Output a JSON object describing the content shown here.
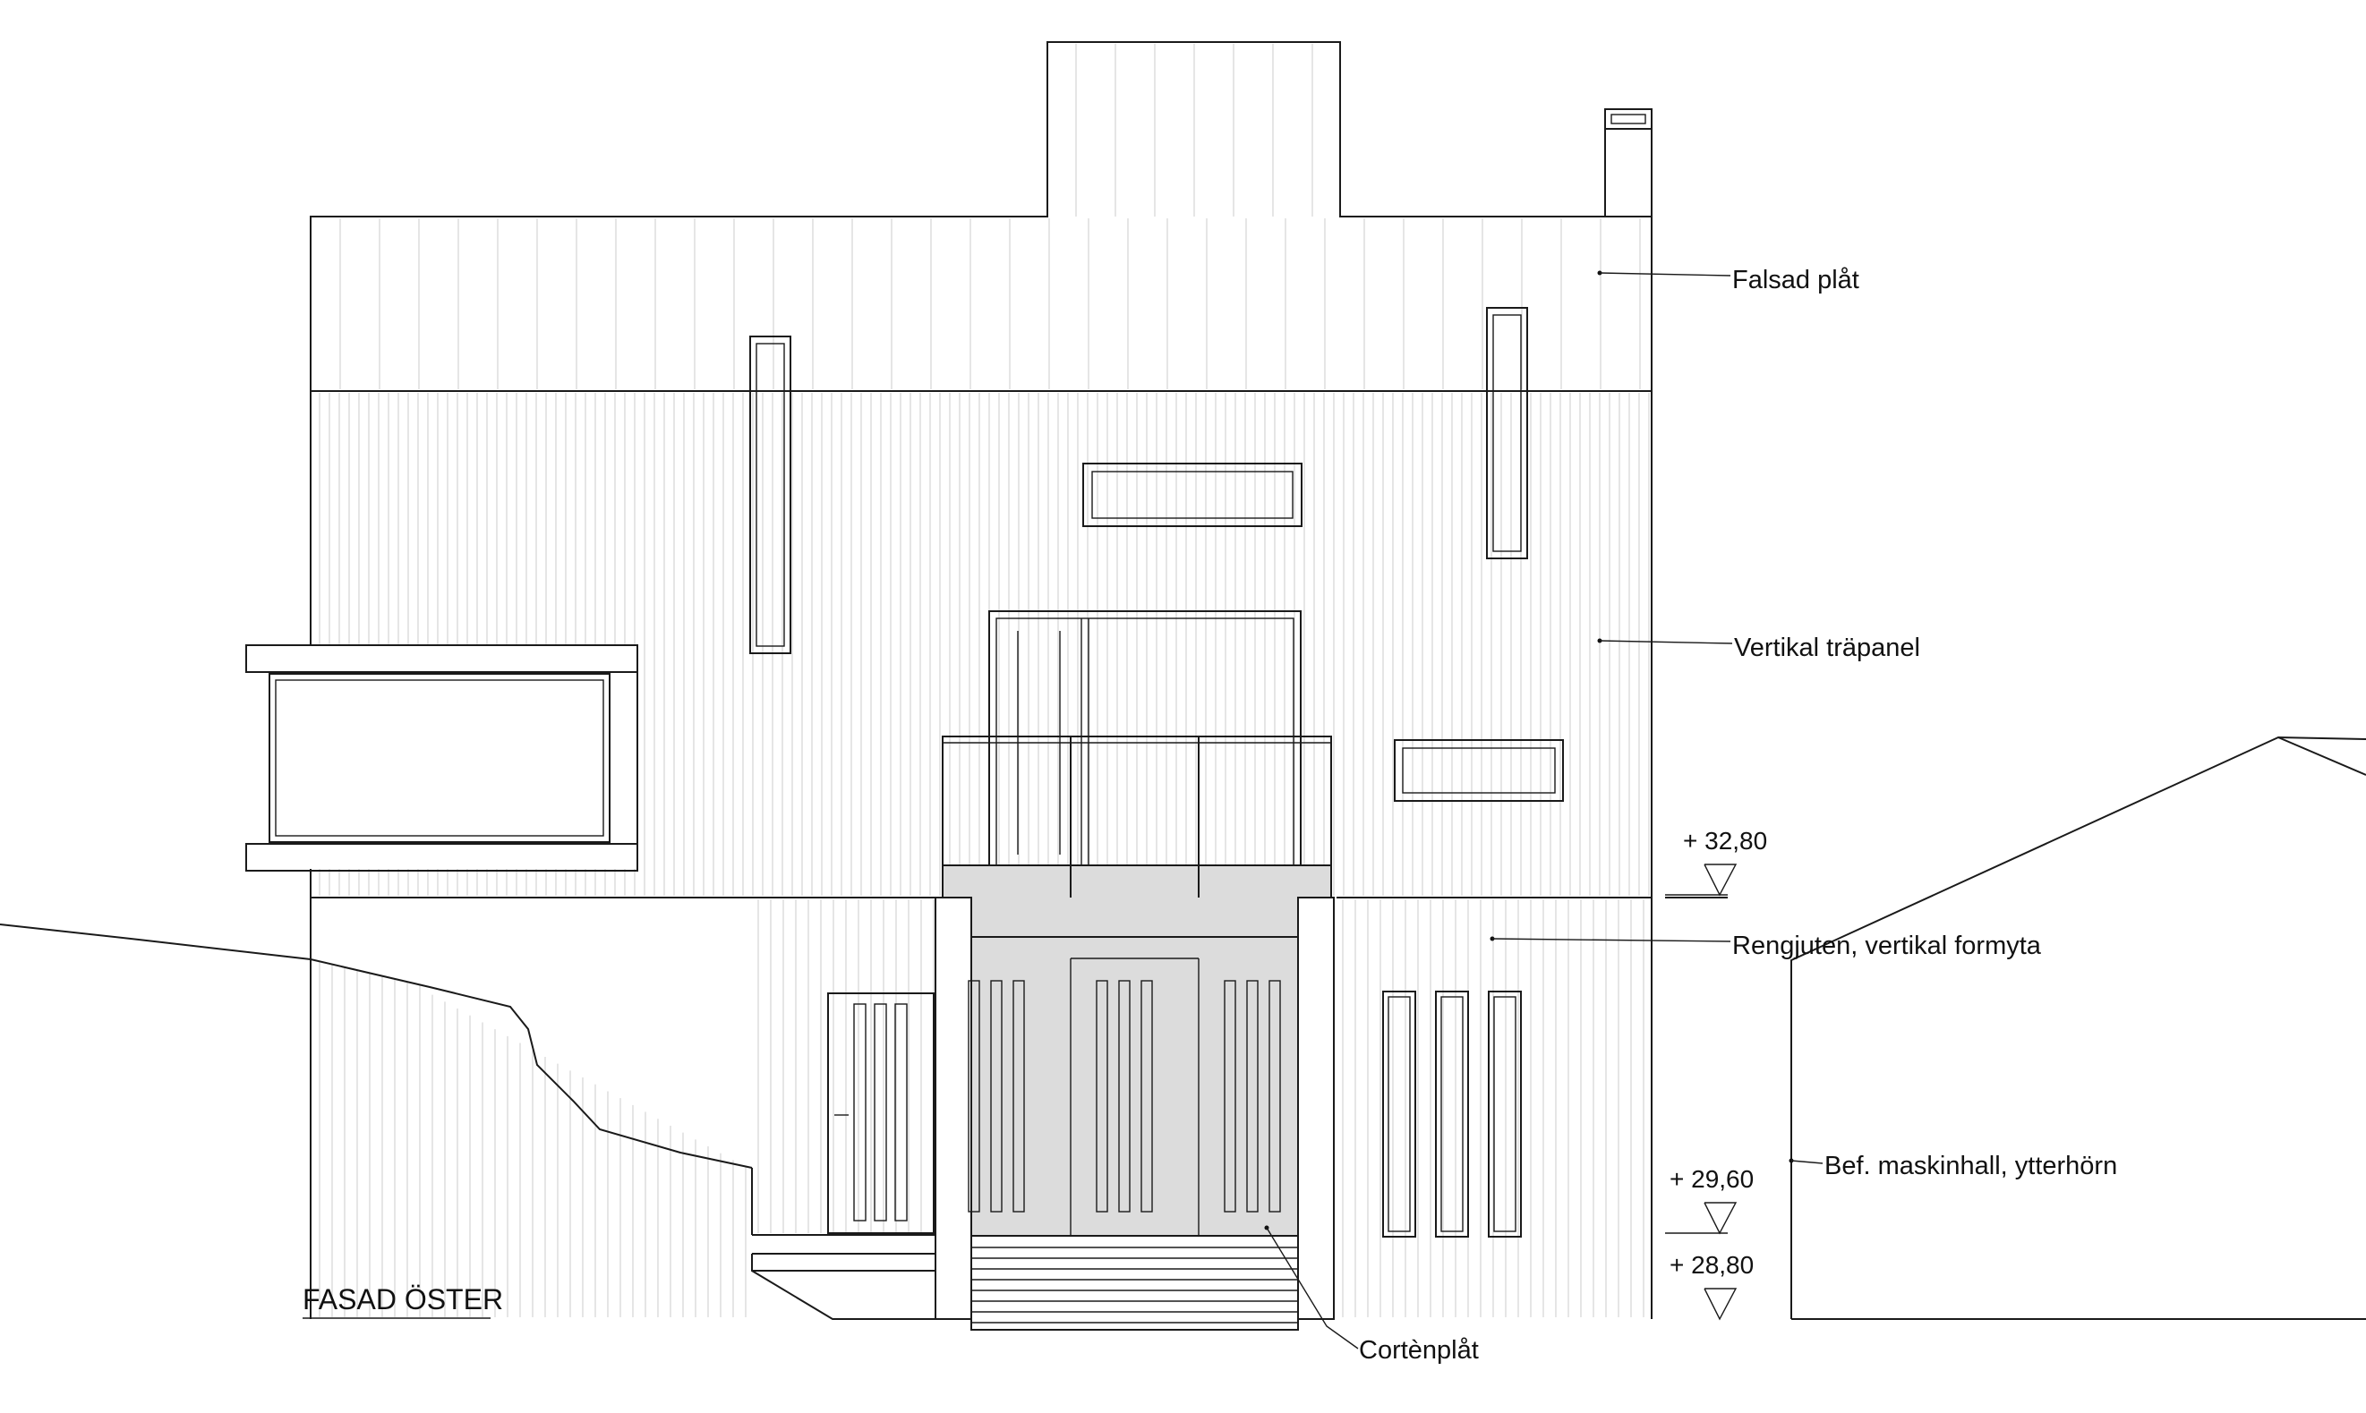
{
  "drawing_title": "FASAD ÖSTER",
  "annotations": {
    "roof_material": "Falsad plåt",
    "upper_facade": "Vertikal träpanel",
    "base_facade": "Rengjuten, vertikal formyta",
    "entrance_cladding": "Cortènplåt",
    "neighbour": "Bef. maskinhall, ytterhörn"
  },
  "levels": {
    "balcony_floor": "+ 32,80",
    "entrance_floor": "+ 29,60",
    "ground": "+ 28,80"
  },
  "colors": {
    "line": "#1a1a1a",
    "panel_lines": "#d4d4d4",
    "corten_fill": "#dcdcdc"
  }
}
